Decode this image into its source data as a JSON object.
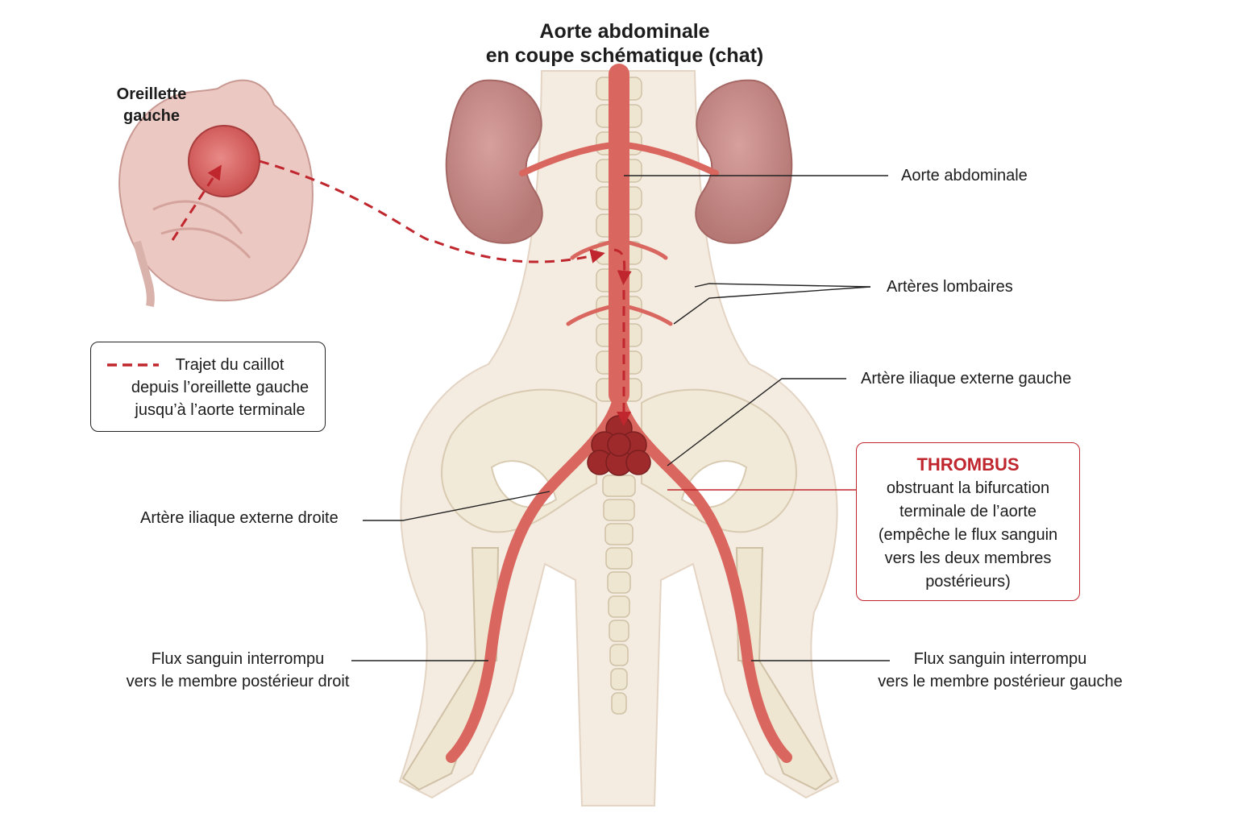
{
  "title": {
    "line1": "Aorte abdominale",
    "line2": "en coupe schématique (chat)"
  },
  "heart": {
    "label_line1": "Oreillette",
    "label_line2": "gauche"
  },
  "labels": {
    "aorta": "Aorte abdominale",
    "lumbar": "Artères lombaires",
    "left_iliac": "Artère iliaque externe gauche",
    "right_iliac": "Artère iliaque externe droite",
    "right_flow_line1": "Flux sanguin interrompu",
    "right_flow_line2": "vers le membre postérieur droit",
    "left_flow_line1": "Flux sanguin interrompu",
    "left_flow_line2": "vers le membre postérieur gauche"
  },
  "legend": {
    "line1": "Trajet du caillot",
    "line2": "depuis l’oreillette gauche",
    "line3": "jusqu’à l’aorte terminale"
  },
  "thrombus": {
    "title": "THROMBUS",
    "desc_line1": "obstruant la bifurcation",
    "desc_line2": "terminale de l’aorte",
    "desc_line3": "(empêche le flux sanguin",
    "desc_line4": "vers les deux membres",
    "desc_line5": "postérieurs)"
  },
  "colors": {
    "artery": "#d9675f",
    "artery_dark": "#b8463f",
    "clot_path": "#c0262d",
    "thrombus": "#9e2a2b",
    "kidney": "#c98a88",
    "bone": "#efe6d2",
    "body": "#f4ebe1"
  }
}
